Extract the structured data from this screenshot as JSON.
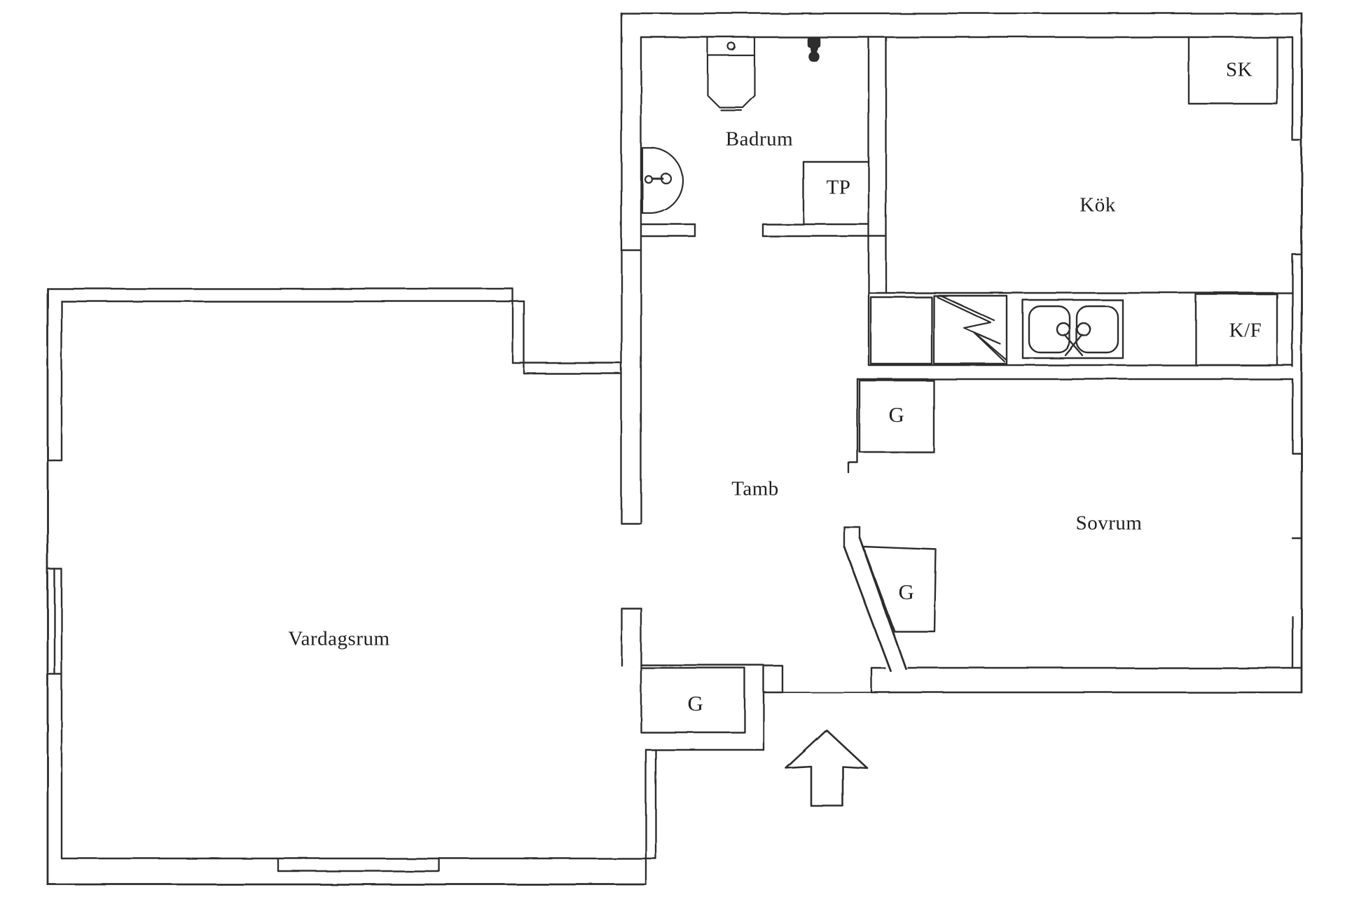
{
  "title": "Apartment floor plan",
  "colors": {
    "wall": "#2d2d2d",
    "text": "#1f1f1f",
    "background": "#ffffff"
  },
  "rooms": {
    "badrum": {
      "label": "Badrum"
    },
    "kok": {
      "label": "Kök"
    },
    "tamb": {
      "label": "Tamb"
    },
    "sovrum": {
      "label": "Sovrum"
    },
    "vardagsrum": {
      "label": "Vardagsrum"
    }
  },
  "closets": {
    "sk": {
      "label": "SK"
    },
    "tp": {
      "label": "TP"
    },
    "kf": {
      "label": "K/F"
    },
    "g_kok": {
      "label": "G"
    },
    "g_sovrum": {
      "label": "G"
    },
    "g_hall": {
      "label": "G"
    }
  },
  "icons": {
    "badrum": [
      "toilet-icon",
      "washbasin-icon",
      "shower-mixer-icon"
    ],
    "kok": [
      "countertop",
      "stove-icon",
      "double-sink-icon"
    ],
    "entrance": [
      "entry-arrow-icon"
    ]
  }
}
